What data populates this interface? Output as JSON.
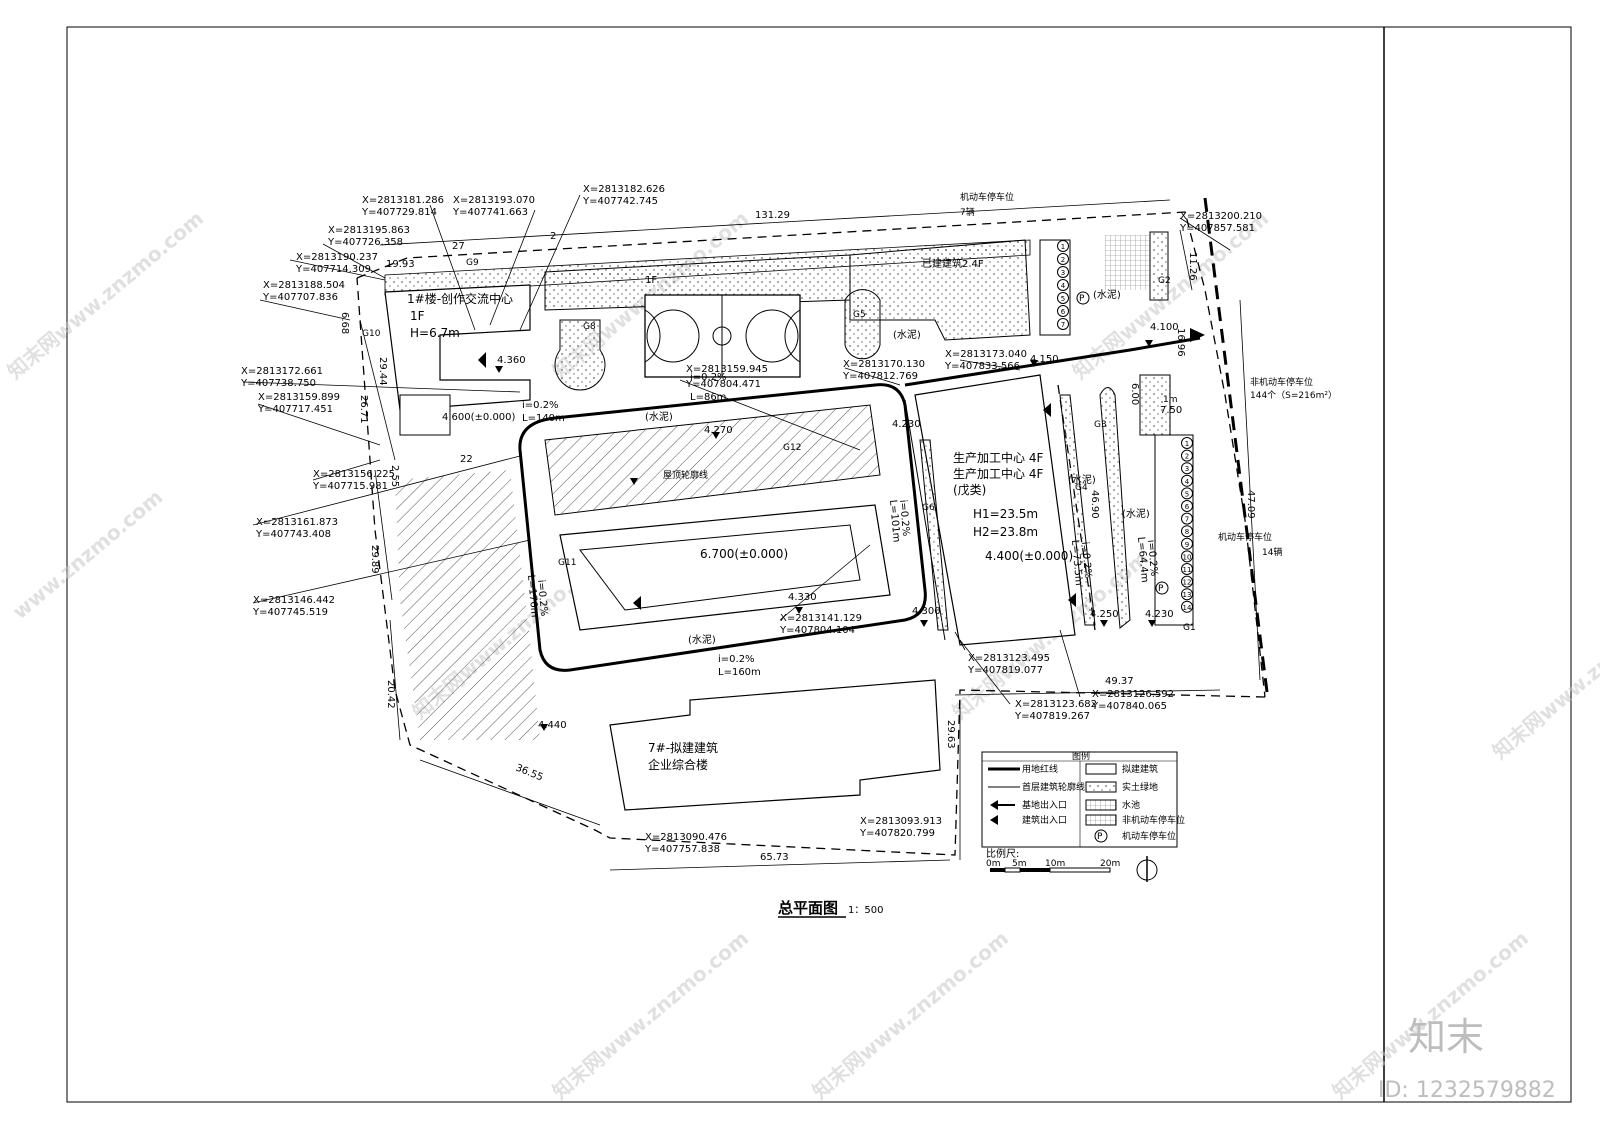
{
  "drawing": {
    "title": "总平面图",
    "scale": "1：500",
    "scale_bar": {
      "label": "比例尺:",
      "ticks": [
        "0m",
        "5m",
        "10m",
        "20m"
      ]
    }
  },
  "buildings": {
    "b1": [
      "1#楼-创作交流中心",
      "1F",
      "H=6.7m"
    ],
    "existing": "已建建筑2  4F",
    "court_floor": "1F",
    "production": [
      "生产加工中心  4F",
      "生产加工中心  4F",
      "(戊类)"
    ],
    "production_heights": [
      "H1=23.5m",
      "H2=23.8m"
    ],
    "b7": [
      "7#-拟建建筑",
      "企业综合楼"
    ]
  },
  "labels": {
    "cement": "(水泥)",
    "contour": "屋顶轮廓线",
    "motor_parking_top": "机动车停车位",
    "motor_parking_top_count": "7辆",
    "motor_parking_right": "机动车停车位",
    "motor_parking_right_count": "14辆",
    "nonmotor_parking": "非机动车停车位",
    "nonmotor_parking_count": "144个（S=216m²）",
    "p_symbol": "P"
  },
  "elevations": {
    "e1": "4.360",
    "e2": "4.600(±0.000)",
    "e3": "4.270",
    "e4": "6.700(±0.000)",
    "e5": "4.330",
    "e6": "4.440",
    "e7": "4.300",
    "e8": "4.230",
    "e9": "4.400(±0.000)",
    "e10": "4.150",
    "e11": "4.100",
    "e12": "4.250",
    "e13": "4.230"
  },
  "slopes": {
    "s1": "i=0.2%",
    "s1L": "L=140m",
    "s2": "i=0.2%",
    "s2L": "L=86m",
    "s3": "i=0.2%",
    "s3L": "L=170m",
    "s4": "i=0.2%",
    "s4L": "L=160m",
    "s5": "i=0.2%",
    "s5L": "L=101m",
    "s6": "i=0.2%",
    "s6L": "L=73.5m",
    "s7": "i=0.2%",
    "s7L": "L=64.4m"
  },
  "greens": [
    "G1",
    "G2",
    "G3",
    "G4",
    "G5",
    "G6",
    "G8",
    "G9",
    "G10",
    "G11",
    "G12"
  ],
  "dims": {
    "d1": "131.29",
    "d2": "11.26",
    "d3": "6.68",
    "d4": "29.44",
    "d5": "26.71",
    "d6": "2.55",
    "d7": "22",
    "d8": "29.89",
    "d9": "20.42",
    "d10": "36.55",
    "d11": "65.73",
    "d12": "49.37",
    "d13": "29.63",
    "d14": "46.90",
    "d15": "47.09",
    "d16": "16.96",
    "d17": "6.00",
    "d18": "7.50",
    "d19": "19.93",
    "d20": "27",
    "d21": "2",
    "d22": "1m"
  },
  "coords": [
    {
      "x": "X=2813181.286",
      "y": "Y=407729.814"
    },
    {
      "x": "X=2813193.070",
      "y": "Y=407741.663"
    },
    {
      "x": "X=2813182.626",
      "y": "Y=407742.745"
    },
    {
      "x": "X=2813195.863",
      "y": "Y=407726.358"
    },
    {
      "x": "X=2813190.237",
      "y": "Y=407714.309"
    },
    {
      "x": "X=2813188.504",
      "y": "Y=407707.836"
    },
    {
      "x": "X=2813172.661",
      "y": "Y=407738.750"
    },
    {
      "x": "X=2813159.899",
      "y": "Y=407717.451"
    },
    {
      "x": "X=2813156.225",
      "y": "Y=407715.981"
    },
    {
      "x": "X=2813161.873",
      "y": "Y=407743.408"
    },
    {
      "x": "X=2813146.442",
      "y": "Y=407745.519"
    },
    {
      "x": "X=2813159.945",
      "y": "Y=407804.471"
    },
    {
      "x": "X=2813170.130",
      "y": "Y=407812.769"
    },
    {
      "x": "X=2813173.040",
      "y": "Y=407833.566"
    },
    {
      "x": "X=2813141.129",
      "y": "Y=407804.104"
    },
    {
      "x": "X=2813123.495",
      "y": "Y=407819.077"
    },
    {
      "x": "X=2813123.682",
      "y": "Y=407819.267"
    },
    {
      "x": "X=2813126.592",
      "y": "Y=407840.065"
    },
    {
      "x": "X=2813090.476",
      "y": "Y=407757.838"
    },
    {
      "x": "X=2813093.913",
      "y": "Y=407820.799"
    },
    {
      "x": "X=2813200.210",
      "y": "Y=407857.581"
    }
  ],
  "legend": {
    "title": "图例",
    "items": [
      "用地红线",
      "拟建建筑",
      "首层建筑轮廓线",
      "实土绿地",
      "基地出入口",
      "水池",
      "建筑出入口",
      "非机动车停车位",
      "机动车停车位"
    ]
  },
  "parking_numbers": [
    "1",
    "2",
    "3",
    "4",
    "5",
    "6",
    "7",
    "8",
    "9",
    "10",
    "11",
    "12",
    "13",
    "14"
  ],
  "parking_top_numbers": [
    "1",
    "2",
    "3",
    "4",
    "5",
    "6",
    "7"
  ],
  "watermarks": {
    "site": "www.znzmo.com",
    "site_cn": "知末网www.znzmo.com",
    "brand": "知末",
    "id": "ID: 1232579882"
  }
}
